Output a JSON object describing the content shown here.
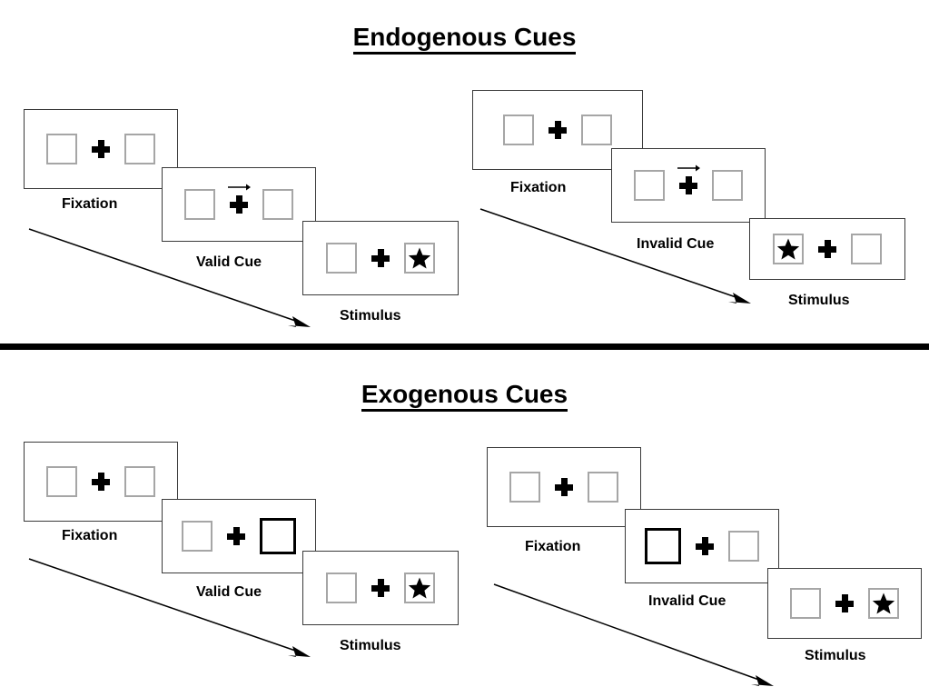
{
  "figure": {
    "title_endogenous": "Endogenous Cues",
    "title_exogenous": "Exogenous Cues",
    "divider_color": "#000000",
    "box_outline_color": "#a6a6a6",
    "cued_box_outline_color": "#000000",
    "frame_outline_color": "#3a3a3a",
    "stimulus_color": "#000000"
  },
  "sections": [
    {
      "id": "endogenous",
      "title": "Endogenous Cues",
      "columns": [
        {
          "id": "endogenous-valid",
          "panels": [
            {
              "caption": "Fixation",
              "cue": "none",
              "cue_side": "none",
              "stimulus_side": "none"
            },
            {
              "caption": "Valid Cue",
              "cue": "arrow-right",
              "cue_side": "right",
              "stimulus_side": "none"
            },
            {
              "caption": "Stimulus",
              "cue": "none",
              "cue_side": "none",
              "stimulus_side": "right"
            }
          ]
        },
        {
          "id": "endogenous-invalid",
          "panels": [
            {
              "caption": "Fixation",
              "cue": "none",
              "cue_side": "none",
              "stimulus_side": "none"
            },
            {
              "caption": "Invalid Cue",
              "cue": "arrow-right",
              "cue_side": "right",
              "stimulus_side": "none"
            },
            {
              "caption": "Stimulus",
              "cue": "none",
              "cue_side": "none",
              "stimulus_side": "left"
            }
          ]
        }
      ]
    },
    {
      "id": "exogenous",
      "title": "Exogenous Cues",
      "columns": [
        {
          "id": "exogenous-valid",
          "panels": [
            {
              "caption": "Fixation",
              "cue": "none",
              "cue_side": "none",
              "stimulus_side": "none"
            },
            {
              "caption": "Valid Cue",
              "cue": "box-highlight",
              "cue_side": "right",
              "stimulus_side": "none"
            },
            {
              "caption": "Stimulus",
              "cue": "none",
              "cue_side": "none",
              "stimulus_side": "right"
            }
          ]
        },
        {
          "id": "exogenous-invalid",
          "panels": [
            {
              "caption": "Fixation",
              "cue": "none",
              "cue_side": "none",
              "stimulus_side": "none"
            },
            {
              "caption": "Invalid Cue",
              "cue": "box-highlight",
              "cue_side": "left",
              "stimulus_side": "none"
            },
            {
              "caption": "Stimulus",
              "cue": "none",
              "cue_side": "none",
              "stimulus_side": "right"
            }
          ]
        }
      ]
    }
  ],
  "captions": {
    "endo_valid_fixation": "Fixation",
    "endo_valid_cue": "Valid Cue",
    "endo_valid_stimulus": "Stimulus",
    "endo_invalid_fixation": "Fixation",
    "endo_invalid_cue": "Invalid Cue",
    "endo_invalid_stimulus": "Stimulus",
    "exo_valid_fixation": "Fixation",
    "exo_valid_cue": "Valid Cue",
    "exo_valid_stimulus": "Stimulus",
    "exo_invalid_fixation": "Fixation",
    "exo_invalid_cue": "Invalid Cue",
    "exo_invalid_stimulus": "Stimulus"
  },
  "icons": {
    "fixation_cross": "plus-cross-icon",
    "endogenous_cue": "arrow-right-icon",
    "target": "star-icon",
    "time_flow": "diagonal-arrow-icon"
  }
}
